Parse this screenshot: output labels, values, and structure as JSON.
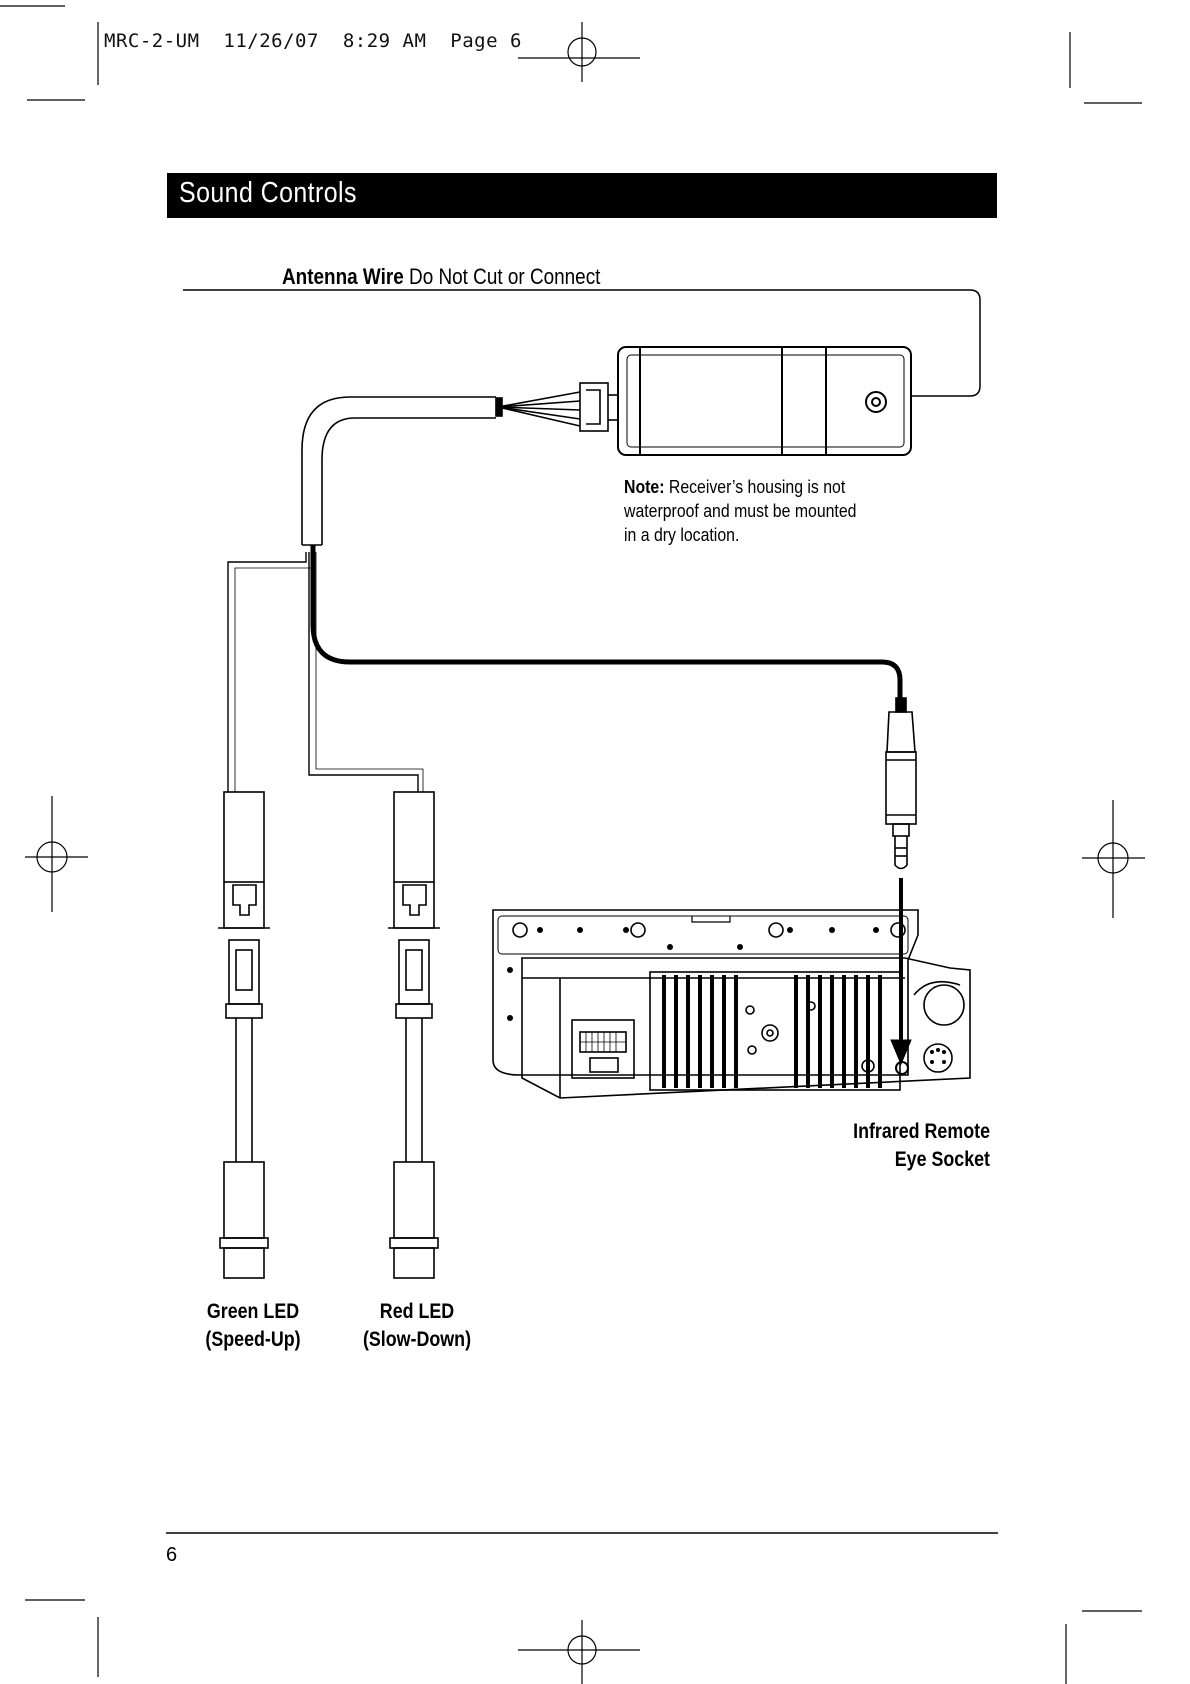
{
  "print_slug": {
    "file": "MRC-2-UM",
    "date": "11/26/07",
    "time": "8:29 AM",
    "page": "Page 6"
  },
  "section_title": "Sound Controls",
  "antenna_label": {
    "bold": "Antenna Wire",
    "rest": " Do Not Cut or Connect"
  },
  "note": {
    "bold": "Note:",
    "line1": " Receiver’s housing is not",
    "line2": "waterproof and must be mounted",
    "line3": "in a dry location."
  },
  "green_led": {
    "line1": "Green LED",
    "line2": "(Speed-Up)"
  },
  "red_led": {
    "line1": "Red LED",
    "line2": "(Slow-Down)"
  },
  "ir_socket": {
    "line1": "Infrared Remote",
    "line2": "Eye Socket"
  },
  "page_number": "6"
}
